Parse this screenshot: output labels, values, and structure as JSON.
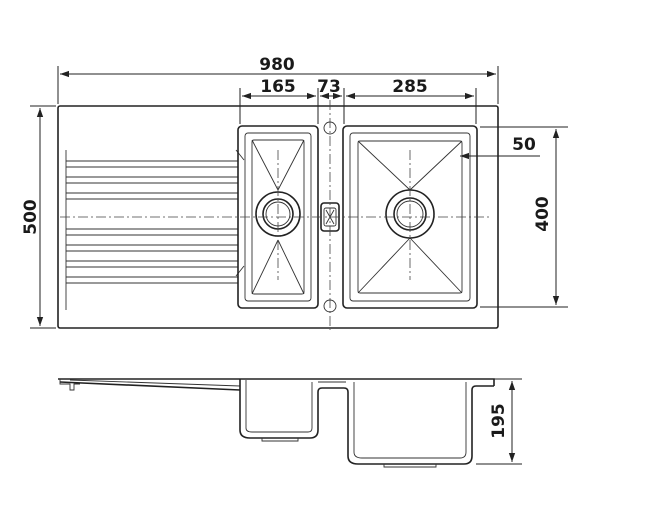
{
  "dimensions": {
    "overall_width": "980",
    "small_bowl_width": "165",
    "gap_width": "73",
    "large_bowl_width": "285",
    "overall_depth": "500",
    "bowl_depth": "400",
    "rim_offset": "50",
    "bowl_height": "195"
  },
  "colors": {
    "line": "#222222",
    "background": "#ffffff"
  }
}
